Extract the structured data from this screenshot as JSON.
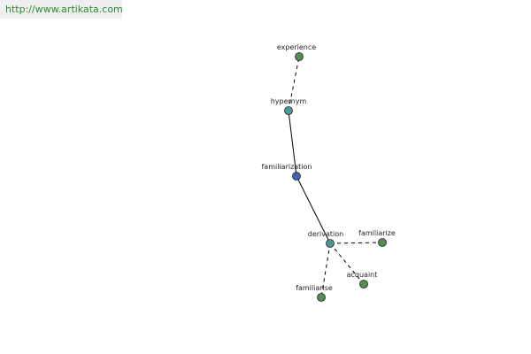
{
  "watermark": {
    "text": "http://www.artikata.com"
  },
  "graph": {
    "colors": {
      "hub": "#3f5fa8",
      "relation": "#4f9696",
      "leaf": "#4f8f4f",
      "edge": "#000000"
    },
    "nodes": [
      {
        "id": "experience",
        "label": "experience",
        "kind": "leaf"
      },
      {
        "id": "hypernym",
        "label": "hypernym",
        "kind": "relation"
      },
      {
        "id": "familiarization",
        "label": "familiarization",
        "kind": "hub"
      },
      {
        "id": "derivation",
        "label": "derivation",
        "kind": "relation"
      },
      {
        "id": "familiarize",
        "label": "familiarize",
        "kind": "leaf"
      },
      {
        "id": "acquaint",
        "label": "acquaint",
        "kind": "leaf"
      },
      {
        "id": "familiarise",
        "label": "familiarise",
        "kind": "leaf"
      }
    ],
    "edges": [
      {
        "from": "hypernym",
        "to": "experience",
        "style": "dashed"
      },
      {
        "from": "familiarization",
        "to": "hypernym",
        "style": "solid"
      },
      {
        "from": "familiarization",
        "to": "derivation",
        "style": "solid"
      },
      {
        "from": "derivation",
        "to": "familiarize",
        "style": "dashed"
      },
      {
        "from": "derivation",
        "to": "acquaint",
        "style": "dashed"
      },
      {
        "from": "derivation",
        "to": "familiarise",
        "style": "dashed"
      }
    ]
  }
}
